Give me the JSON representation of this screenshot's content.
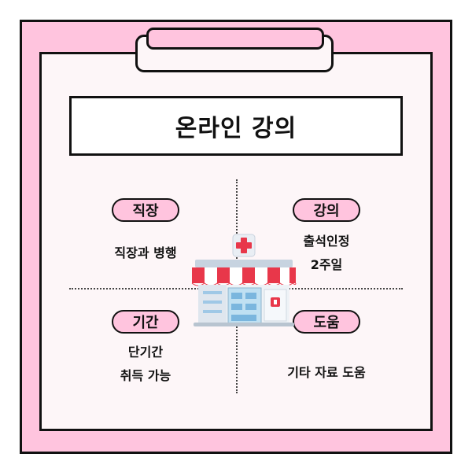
{
  "title": "온라인 강의",
  "quadrants": {
    "top_left": {
      "tag": "직장",
      "lines": [
        "직장과 병행"
      ]
    },
    "top_right": {
      "tag": "강의",
      "lines": [
        "출석인정",
        "2주일"
      ]
    },
    "bottom_left": {
      "tag": "기간",
      "lines": [
        "단기간",
        "취득 가능"
      ]
    },
    "bottom_right": {
      "tag": "도움",
      "lines": [
        "기타 자료 도움"
      ]
    }
  },
  "colors": {
    "pink": "#ffc4de",
    "paper": "#fdf6f8",
    "outline": "#111111",
    "accent_red": "#e8374a"
  },
  "icons": {
    "center": "pharmacy-store-icon"
  }
}
